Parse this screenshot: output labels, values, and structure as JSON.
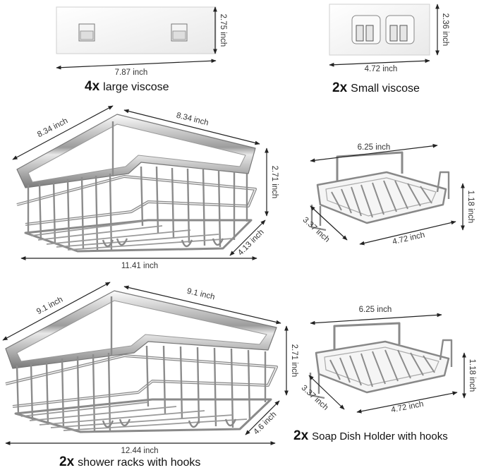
{
  "products": {
    "large_viscose": {
      "quantity": "4x",
      "label": "large viscose",
      "width": "7.87 inch",
      "height": "2.75 inch"
    },
    "small_viscose": {
      "quantity": "2x",
      "label": "Small viscose",
      "width": "4.72 inch",
      "height": "2.36 inch"
    },
    "shower_rack_small": {
      "side_a": "8.34 inch",
      "side_b": "8.34 inch",
      "height": "2.71 inch",
      "depth": "4.13 inch",
      "width": "11.41 inch"
    },
    "shower_rack_large": {
      "side_a": "9.1 inch",
      "side_b": "9.1 inch",
      "height": "2.71 inch",
      "depth": "4.6 inch",
      "width": "12.44 inch"
    },
    "shower_racks": {
      "quantity": "2x",
      "label": "shower racks with hooks"
    },
    "soap_dish_top": {
      "width": "6.25 inch",
      "height": "1.18 inch",
      "depth": "3.37 inch",
      "length": "4.72 inch"
    },
    "soap_dish_bottom": {
      "width": "6.25 inch",
      "height": "1.18 inch",
      "depth": "3.37 inch",
      "length": "4.72 inch"
    },
    "soap_dish": {
      "quantity": "2x",
      "label": "Soap Dish Holder with hooks"
    }
  },
  "colors": {
    "metal_light": "#f2f2f2",
    "metal_dark": "#8a8a8a",
    "dimension_line": "#222222"
  }
}
